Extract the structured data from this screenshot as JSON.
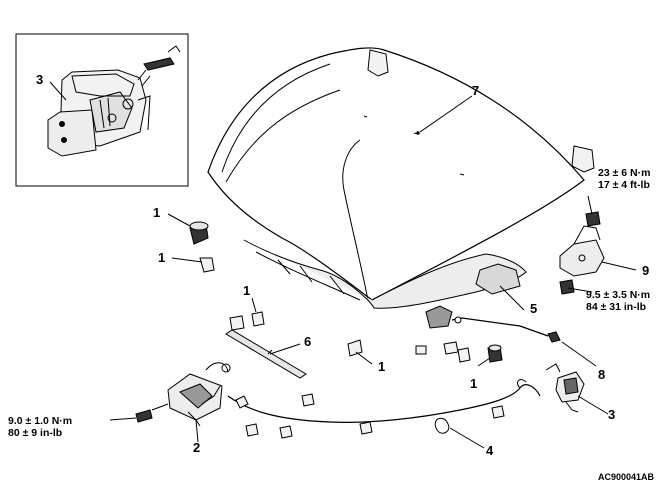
{
  "diagram": {
    "callouts": [
      "1",
      "2",
      "3",
      "4",
      "5",
      "6",
      "7",
      "8",
      "9"
    ],
    "torques": {
      "hinge_upper": {
        "line1": "23 ± 6 N·m",
        "line2": "17 ± 4 ft-lb"
      },
      "hinge_lower": {
        "line1": "9.5 ± 3.5 N·m",
        "line2": "84 ± 31 in-lb"
      },
      "latch": {
        "line1": "9.0 ± 1.0 N·m",
        "line2": "80 ± 9 in-lb"
      }
    },
    "figure_code": "AC900041AB",
    "colors": {
      "ink": "#000000",
      "paper": "#ffffff",
      "part_fill": "#e6e6e6",
      "dark": "#333333"
    }
  }
}
